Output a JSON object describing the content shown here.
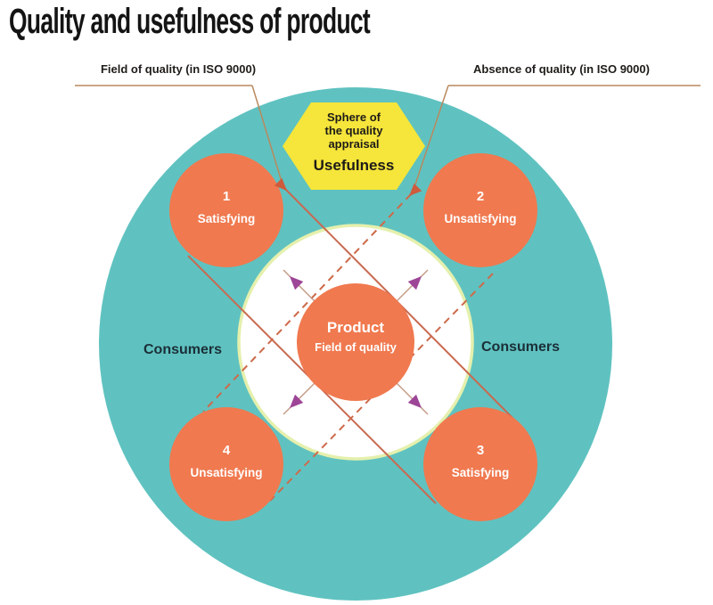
{
  "title": "Quality and usefulness of product",
  "callouts": {
    "left": "Field of quality (in ISO 9000)",
    "right": "Absence of quality (in ISO 9000)"
  },
  "hexagon": {
    "lines": [
      "Sphere of",
      "the quality",
      "appraisal"
    ],
    "subtitle": "Usefulness"
  },
  "circles": [
    {
      "number": "1",
      "label": "Satisfying"
    },
    {
      "number": "2",
      "label": "Unsatisfying"
    },
    {
      "number": "3",
      "label": "Satisfying"
    },
    {
      "number": "4",
      "label": "Unsatisfying"
    }
  ],
  "product": {
    "title": "Product",
    "subtitle": "Field of quality"
  },
  "consumers_left": "Consumers",
  "consumers_right": "Consumers",
  "colors": {
    "teal": "#5fc2c0",
    "orange": "#f0794f",
    "yellow": "#f6e53a",
    "purple": "#9d4597",
    "ring": "#e5f0ad",
    "white": "#ffffff",
    "callout_line": "#b9895e",
    "solid_line": "#c96950",
    "dashed_line": "#cd6a4a",
    "arrowhead": "#cd5b3c",
    "shaft": "#c49a83"
  }
}
